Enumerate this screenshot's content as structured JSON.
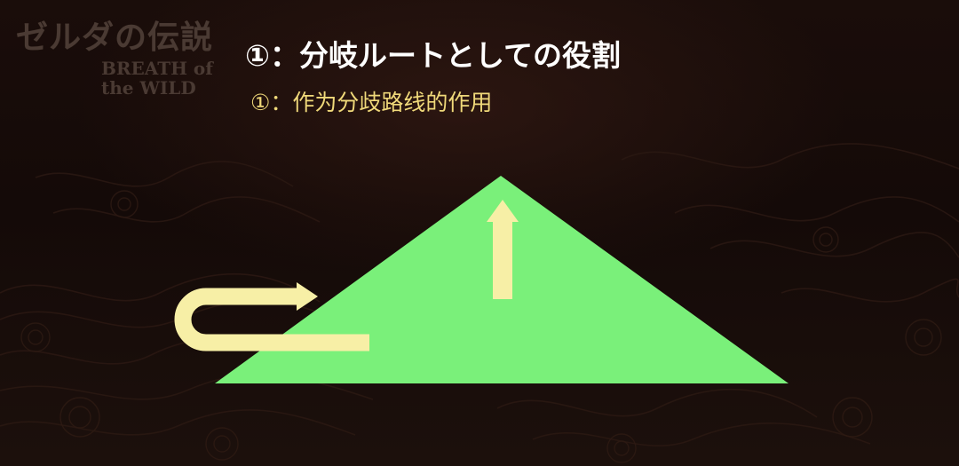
{
  "logo": {
    "jp": "ゼルダの伝説",
    "en": "BREATH of the WILD"
  },
  "slide": {
    "title": "①：分岐ルートとしての役割",
    "subtitle": "①：作为分歧路线的作用"
  },
  "colors": {
    "title": "#ffffff",
    "subtitle": "#f0d97a",
    "mountain": "#7af07a",
    "arrow": "#f7efa6"
  },
  "icons": {
    "up_arrow": "up-arrow-icon",
    "uturn_arrow": "u-turn-arrow-icon"
  }
}
